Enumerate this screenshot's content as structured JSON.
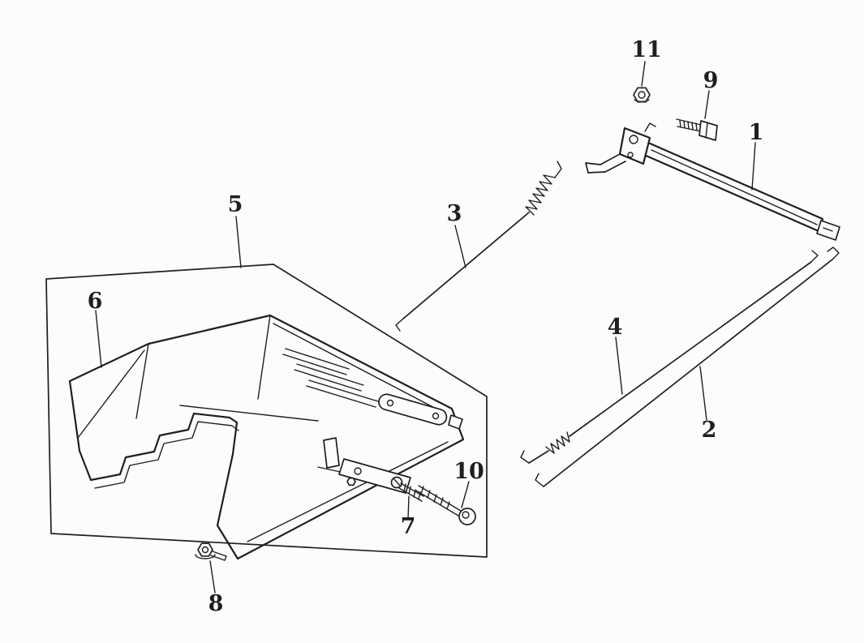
{
  "diagram": {
    "background_color": "#fcfcfc",
    "line_color": "#1f1f1f",
    "callouts": [
      {
        "label": "1"
      },
      {
        "label": "2"
      },
      {
        "label": "3"
      },
      {
        "label": "4"
      },
      {
        "label": "5"
      },
      {
        "label": "6"
      },
      {
        "label": "7"
      },
      {
        "label": "8"
      },
      {
        "label": "9"
      },
      {
        "label": "10"
      },
      {
        "label": "11"
      }
    ]
  }
}
